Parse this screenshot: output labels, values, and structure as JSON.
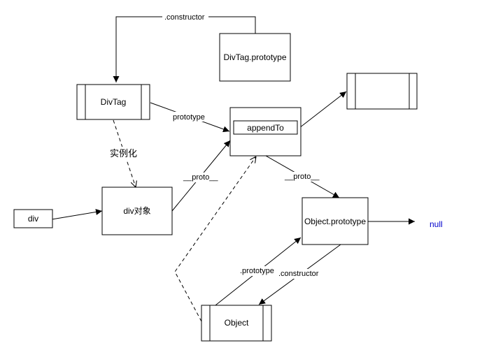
{
  "nodes": {
    "divtag": "DivTag",
    "divtag_prototype": "DivTag.prototype",
    "appendto": "appendTo",
    "empty_box": "",
    "div": "div",
    "div_instance": "div对象",
    "object_prototype": "Object.prototype",
    "null": "null",
    "object": "Object"
  },
  "edges": {
    "constructor_top": ".constructor",
    "prototype_divtag": "prototype",
    "instantiate": "实例化",
    "proto_div": "__proto__",
    "proto_appendto": "__proto__",
    "prototype_object": ".prototype",
    "constructor_object": ".constructor"
  },
  "colors": {
    "stroke": "#000000",
    "null_text": "#0000cc"
  }
}
